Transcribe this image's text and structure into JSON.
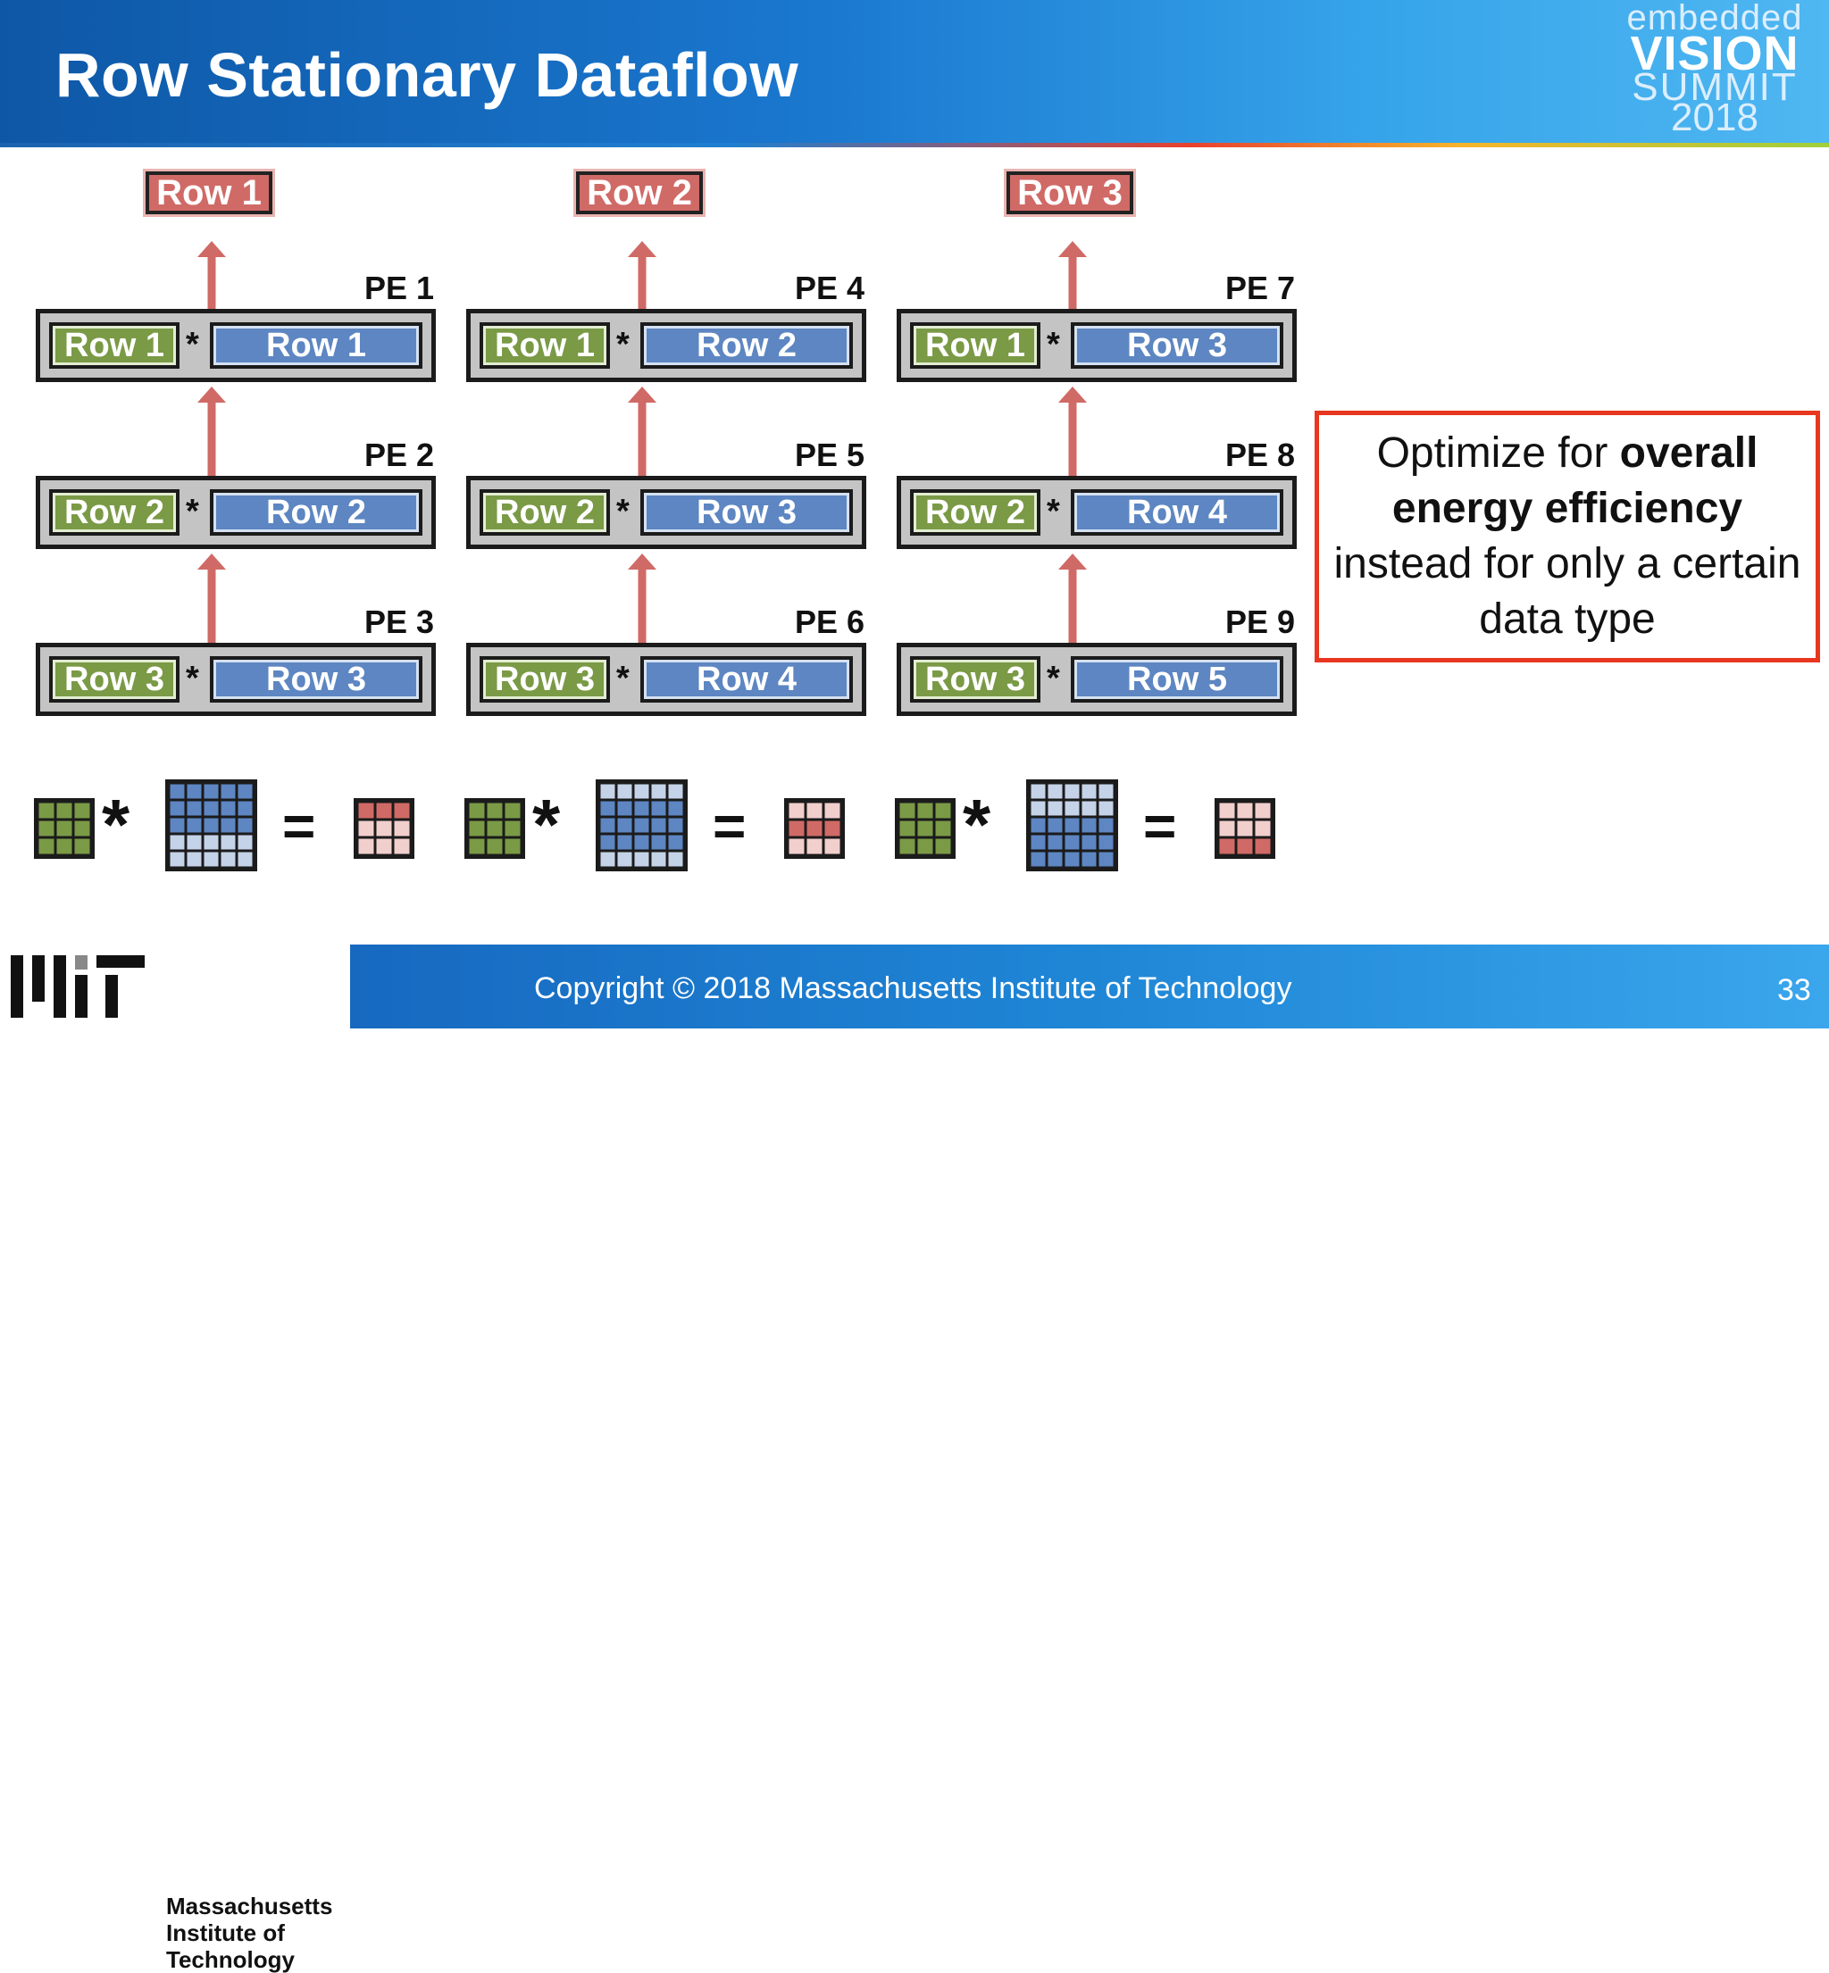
{
  "header": {
    "title": "Row Stationary Dataflow",
    "logo_line1": "embedded",
    "logo_line2": "VISION",
    "logo_line3": "SUMMIT",
    "logo_line4": "2018"
  },
  "outputs": [
    "Row 1",
    "Row 2",
    "Row 3"
  ],
  "columns": [
    {
      "pes": [
        {
          "name": "PE 1",
          "filter": "Row 1",
          "input": "Row 1"
        },
        {
          "name": "PE 2",
          "filter": "Row 2",
          "input": "Row 2"
        },
        {
          "name": "PE 3",
          "filter": "Row 3",
          "input": "Row 3"
        }
      ]
    },
    {
      "pes": [
        {
          "name": "PE 4",
          "filter": "Row 1",
          "input": "Row 2"
        },
        {
          "name": "PE 5",
          "filter": "Row 2",
          "input": "Row 3"
        },
        {
          "name": "PE 6",
          "filter": "Row 3",
          "input": "Row 4"
        }
      ]
    },
    {
      "pes": [
        {
          "name": "PE 7",
          "filter": "Row 1",
          "input": "Row 3"
        },
        {
          "name": "PE 8",
          "filter": "Row 2",
          "input": "Row 4"
        },
        {
          "name": "PE 9",
          "filter": "Row 3",
          "input": "Row 5"
        }
      ]
    }
  ],
  "operators": {
    "multiply": "*",
    "equals": "="
  },
  "callout": {
    "t1": "Optimize for ",
    "b1": "overall energy efficiency",
    "t2": " instead for only a certain data type"
  },
  "footer": {
    "org_line1": "Massachusetts",
    "org_line2": "Institute of",
    "org_line3": "Technology",
    "copyright": "Copyright © 2018 Massachusetts Institute of Technology",
    "page_number": "33"
  },
  "colors": {
    "filter_green": "#7a9a46",
    "input_blue": "#5d86c2",
    "input_blue_light": "#c5d3e8",
    "output_red": "#d06a66",
    "output_red_light": "#f1cfcd",
    "arrow_red": "#d06a66",
    "callout_border": "#e8361f"
  }
}
